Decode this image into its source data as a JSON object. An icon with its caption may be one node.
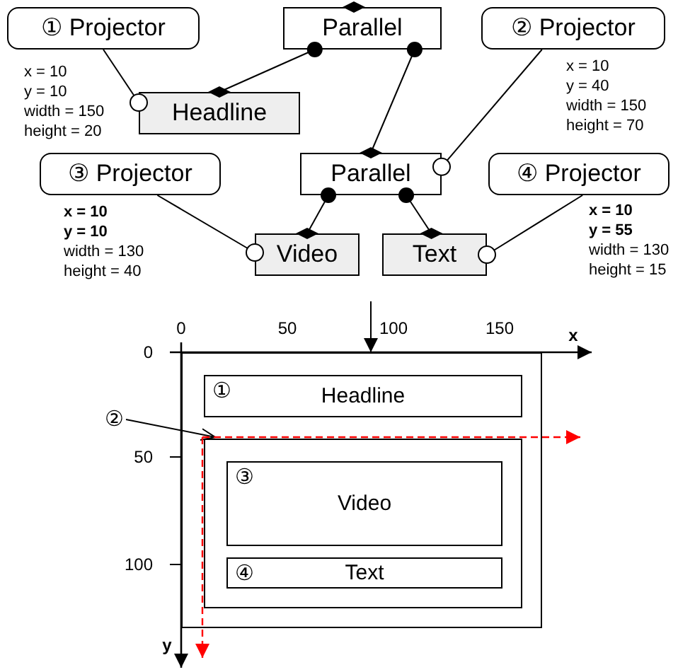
{
  "diagram": {
    "nodes": [
      {
        "text": [
          "① Projector"
        ],
        "beside": [
          "x = 10",
          "y = 10",
          "width = 150",
          "height = 20"
        ]
      },
      {
        "text": [
          "Parallel"
        ]
      },
      {
        "text": [
          "② Projector"
        ],
        "beside": [
          "x = 10",
          "y = 40",
          "width = 150",
          "height = 70"
        ]
      },
      {
        "text": [
          "Headline"
        ]
      },
      {
        "text": [
          "③ Projector"
        ],
        "beside": [
          "**x = 10**",
          "**y = 10**",
          "width = 130",
          "height = 40"
        ]
      },
      {
        "text": [
          "Parallel"
        ]
      },
      {
        "text": [
          "④ Projector"
        ],
        "beside": [
          "**x = 10**",
          "**y = 55**",
          "width = 130",
          "height = 15"
        ]
      },
      {
        "text": [
          "Video"
        ]
      },
      {
        "text": [
          "Text"
        ]
      },
      {
        "text": [],
        "shape": "box"
      },
      {
        "text": [
          "①",
          "Headline"
        ],
        "in": 9
      },
      {
        "text": [],
        "shape": "box",
        "in": 9
      },
      {
        "text": [
          "③",
          "Video"
        ],
        "in": 11
      },
      {
        "text": [
          "④",
          "Text"
        ],
        "in": 11
      },
      {
        "text": [
          "②"
        ]
      }
    ],
    "edges": [
      {
        "from": 1,
        "to": 3,
        "arrow": "other"
      },
      {
        "from": 1,
        "to": 5,
        "arrow": "other"
      },
      {
        "from": 5,
        "to": 7,
        "arrow": "other"
      },
      {
        "from": 5,
        "to": 8,
        "arrow": "other"
      },
      {
        "from": 0,
        "to": 3,
        "arrow": "other"
      },
      {
        "from": 2,
        "to": 5,
        "arrow": "other"
      },
      {
        "from": 4,
        "to": 7,
        "arrow": "other"
      },
      {
        "from": 6,
        "to": 8,
        "arrow": "other"
      },
      {
        "from": null,
        "to": 9,
        "arrow": "to"
      },
      {
        "from": 14,
        "to": 11,
        "arrow": "to"
      }
    ],
    "labels": [
      "0",
      "50",
      "100",
      "150",
      "x",
      "0",
      "50",
      "100",
      "y"
    ]
  }
}
